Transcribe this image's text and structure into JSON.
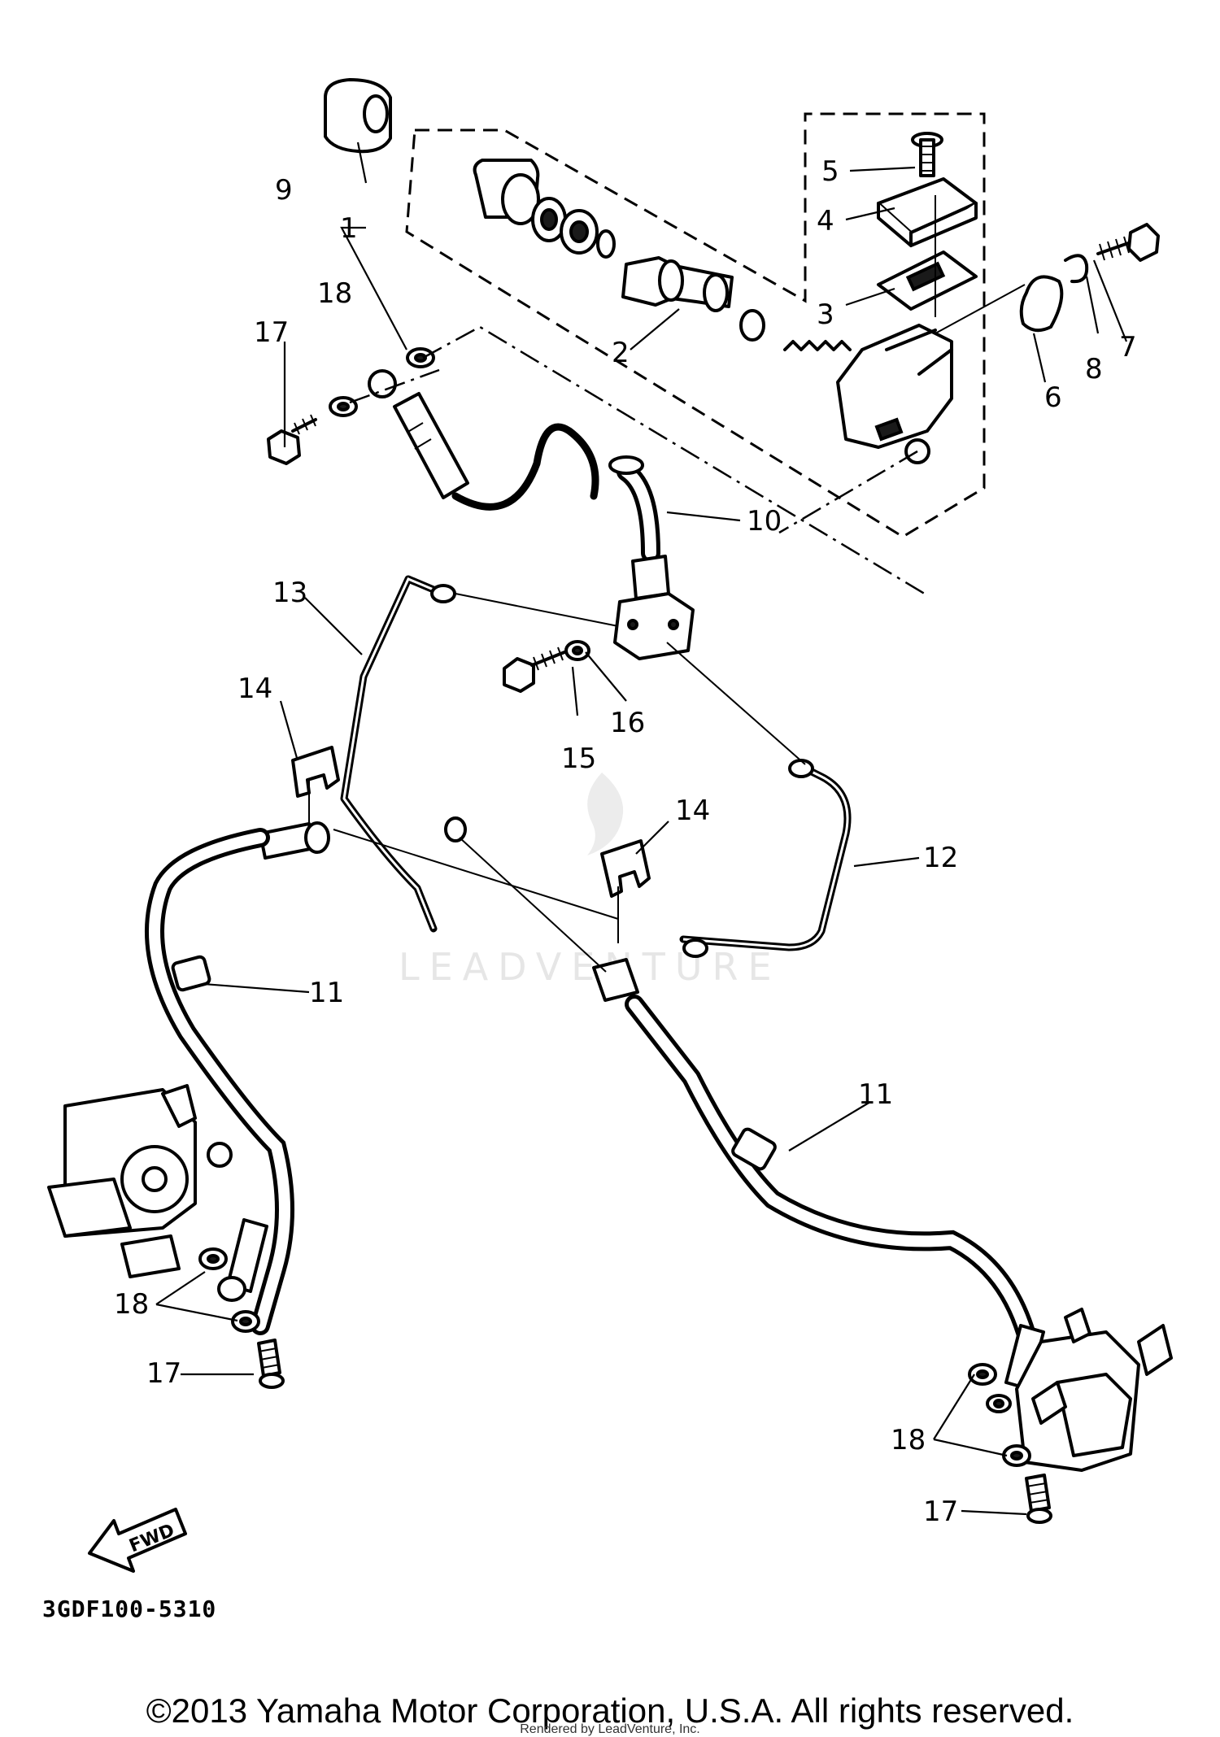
{
  "callouts": {
    "c1": "1",
    "c2": "2",
    "c3": "3",
    "c4": "4",
    "c5": "5",
    "c6": "6",
    "c7": "7",
    "c8": "8",
    "c9": "9",
    "c10": "10",
    "c11a": "11",
    "c11b": "11",
    "c12": "12",
    "c13": "13",
    "c14a": "14",
    "c14b": "14",
    "c15": "15",
    "c16": "16",
    "c17a": "17",
    "c17b": "17",
    "c17c": "17",
    "c18a": "18",
    "c18b": "18",
    "c18c": "18"
  },
  "fwd_label": "FWD",
  "watermark": "LEADVENTURE",
  "catalog_code": "3GDF100-5310",
  "copyright": "©2013 Yamaha Motor Corporation, U.S.A. All rights reserved.",
  "rendered_by": "Rendered by LeadVenture, Inc."
}
